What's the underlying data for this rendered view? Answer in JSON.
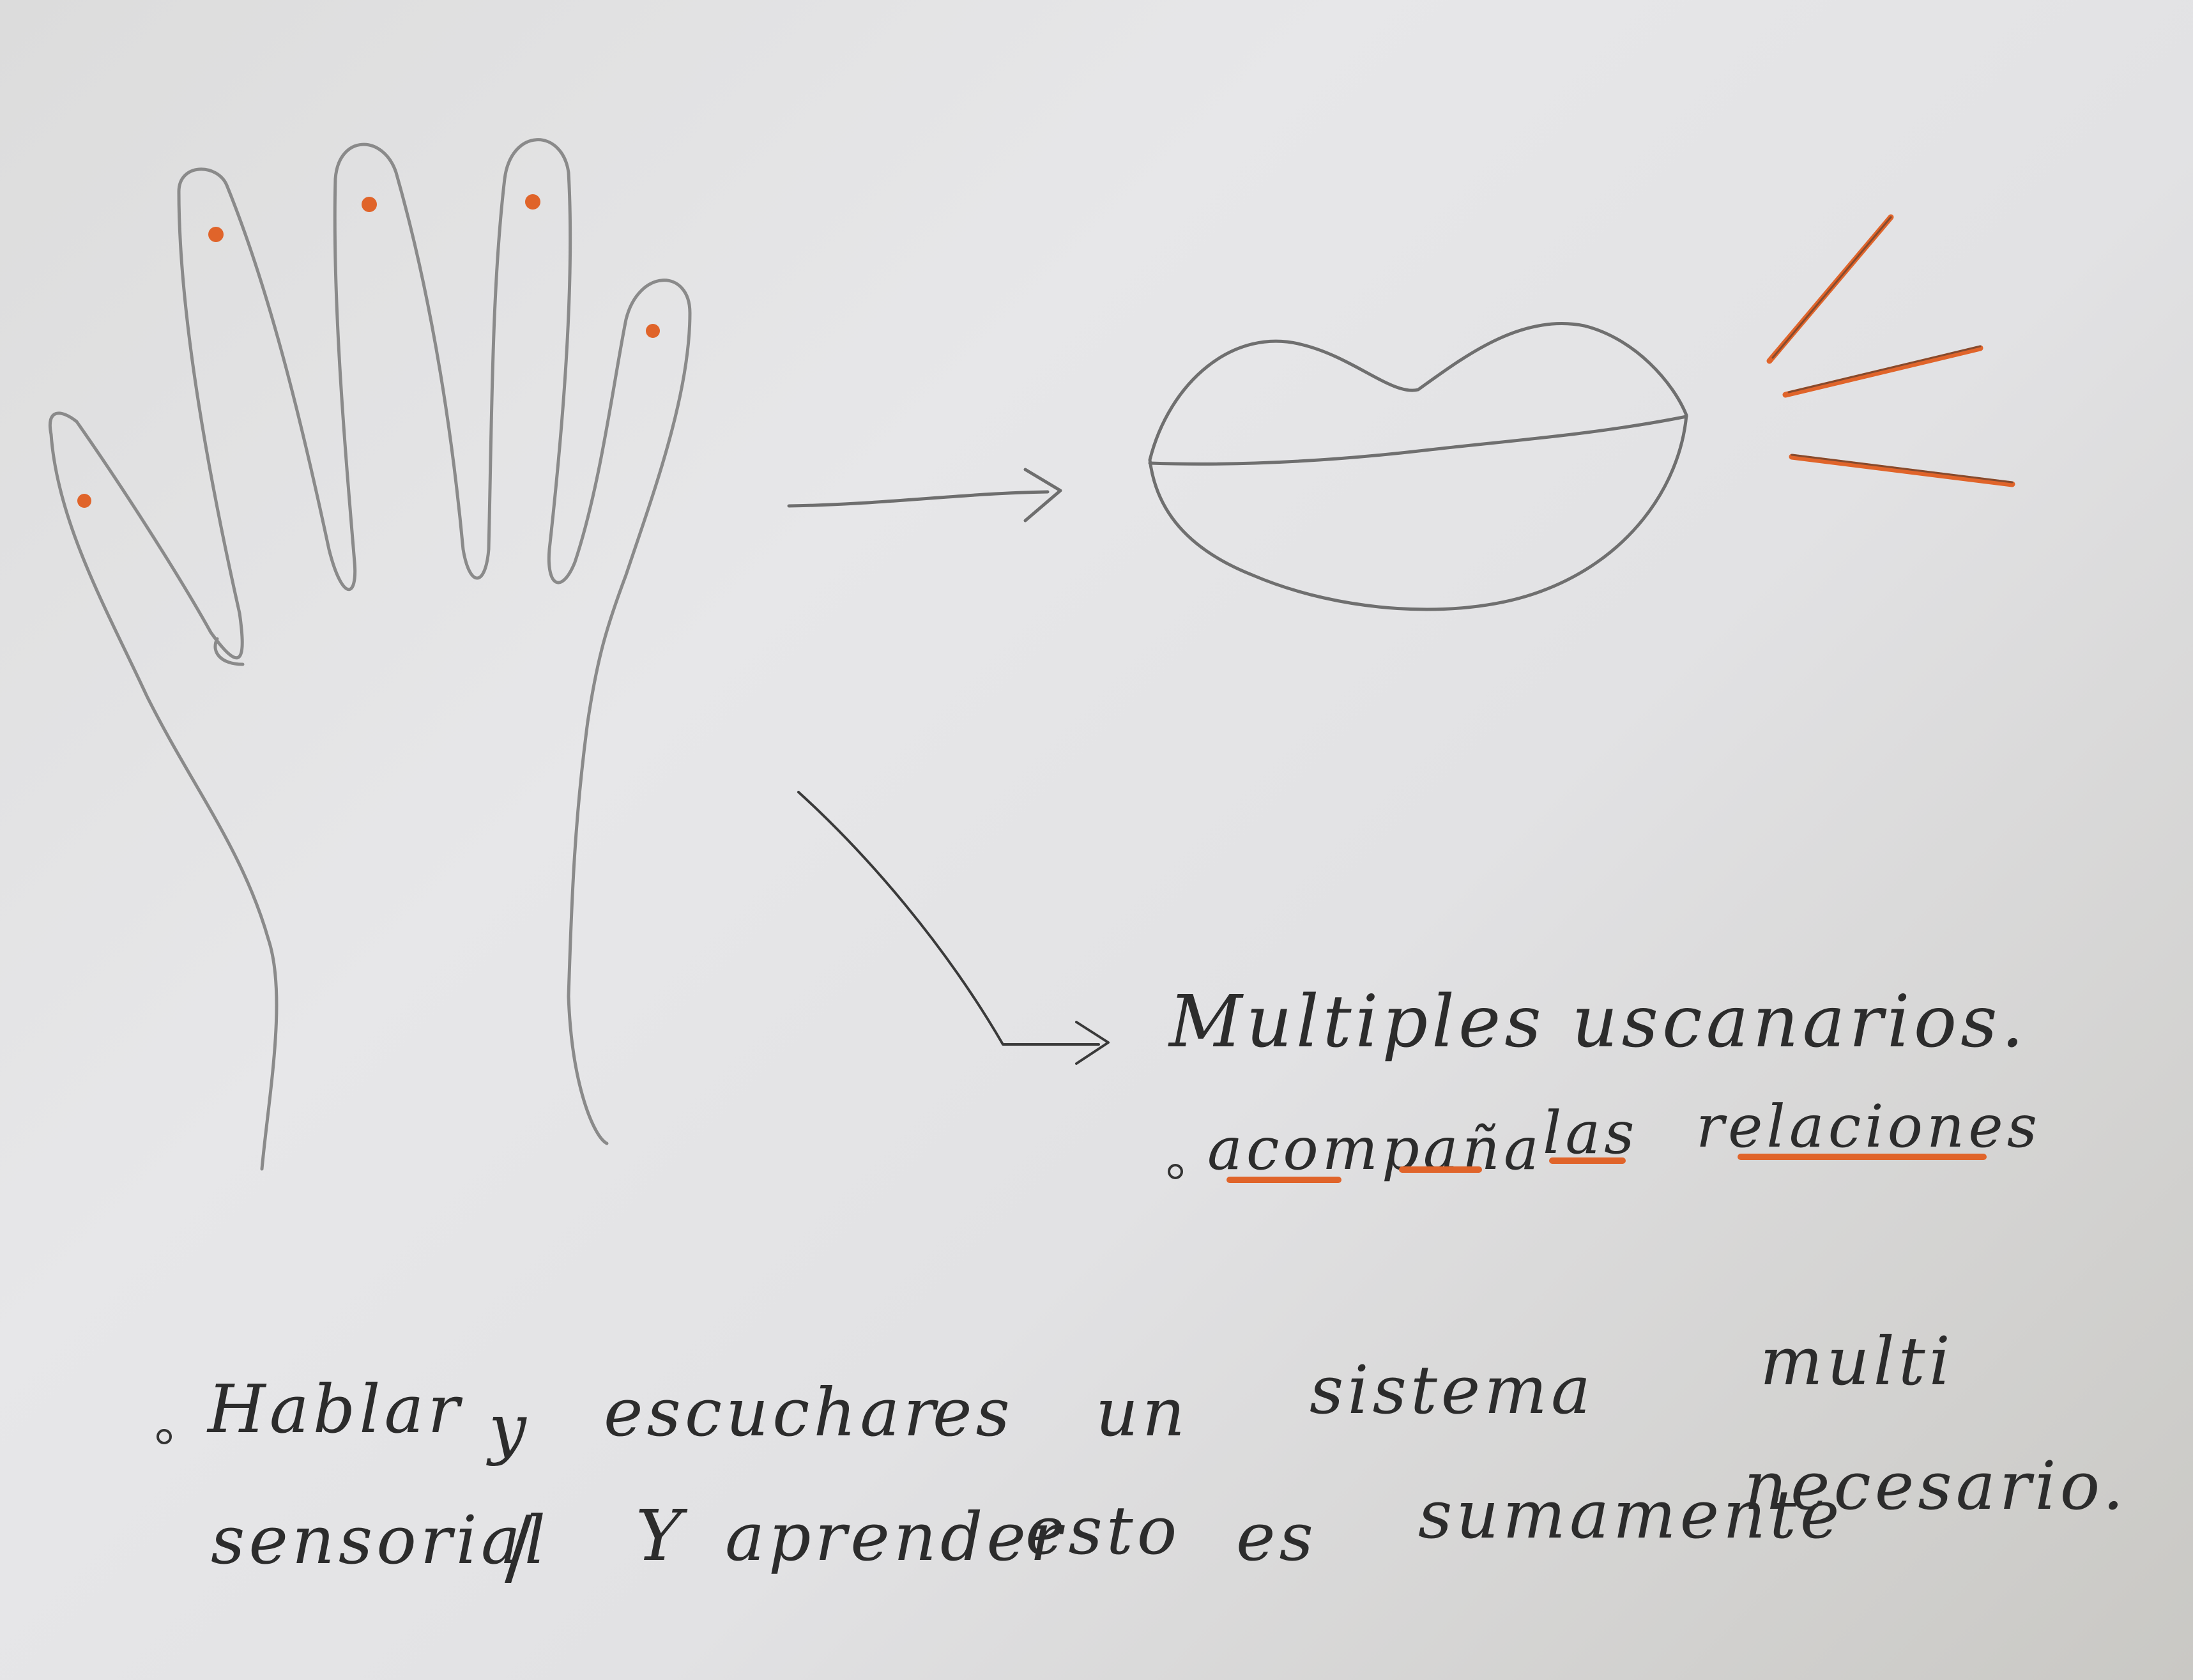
{
  "notes": {
    "multiple": "Multiples uscanarios.",
    "accompany": {
      "w1": "acompaña",
      "w2": "las",
      "w3": "relaciones"
    },
    "sentence": {
      "l1w1": "Hablar",
      "l1w2": "y",
      "l1w3": "escuchar",
      "l1w4": "es",
      "l1w5": "un",
      "l1w6": "sistema",
      "l1w7": "multi",
      "l2w1": "sensorial",
      "l2w2": "/",
      "l2w3": "Y",
      "l2w4": "aprender",
      "l2w5": "esto",
      "l2w6": "es",
      "l2w7": "sumamente",
      "l2w8": "necesario."
    }
  },
  "colors": {
    "pencil": "#7e7e7e",
    "ink": "#2c2c2c",
    "accent": "#e0642a",
    "paper": "#e4e4e6"
  },
  "icons": [
    "hand-drawing",
    "lips-drawing",
    "arrow-icon",
    "sound-lines"
  ]
}
